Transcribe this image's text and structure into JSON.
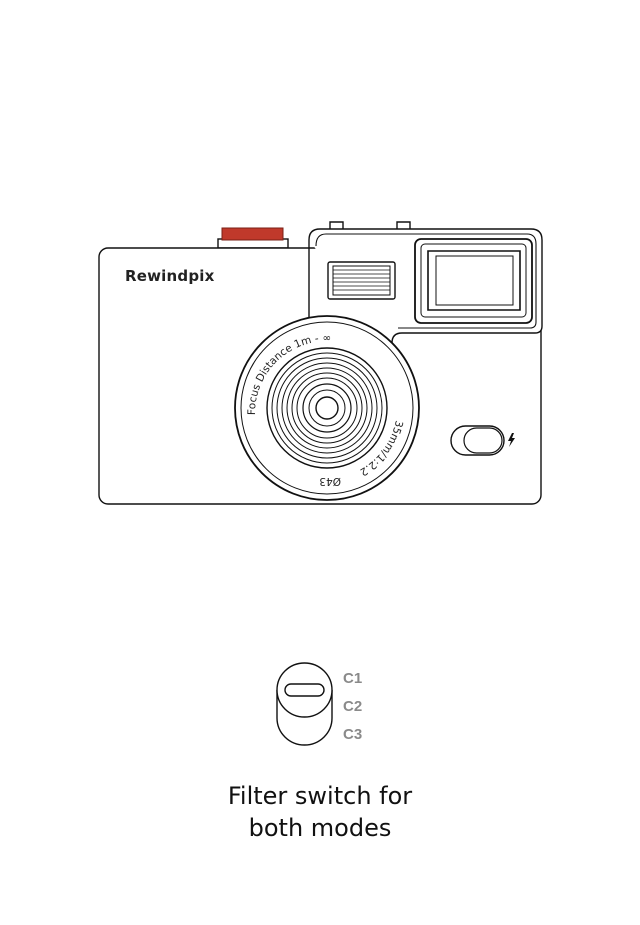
{
  "camera": {
    "brand": "Rewindpix",
    "lens_ring_top": "Focus Distance 1m - ∞",
    "lens_ring_right": "35mm/1:2.2",
    "lens_ring_bottom": "Ø43",
    "shutter_color": "#c0392b"
  },
  "filter_switch": {
    "modes": [
      "C1",
      "C2",
      "C3"
    ]
  },
  "caption": {
    "line1": "Filter switch for",
    "line2": "both modes"
  }
}
